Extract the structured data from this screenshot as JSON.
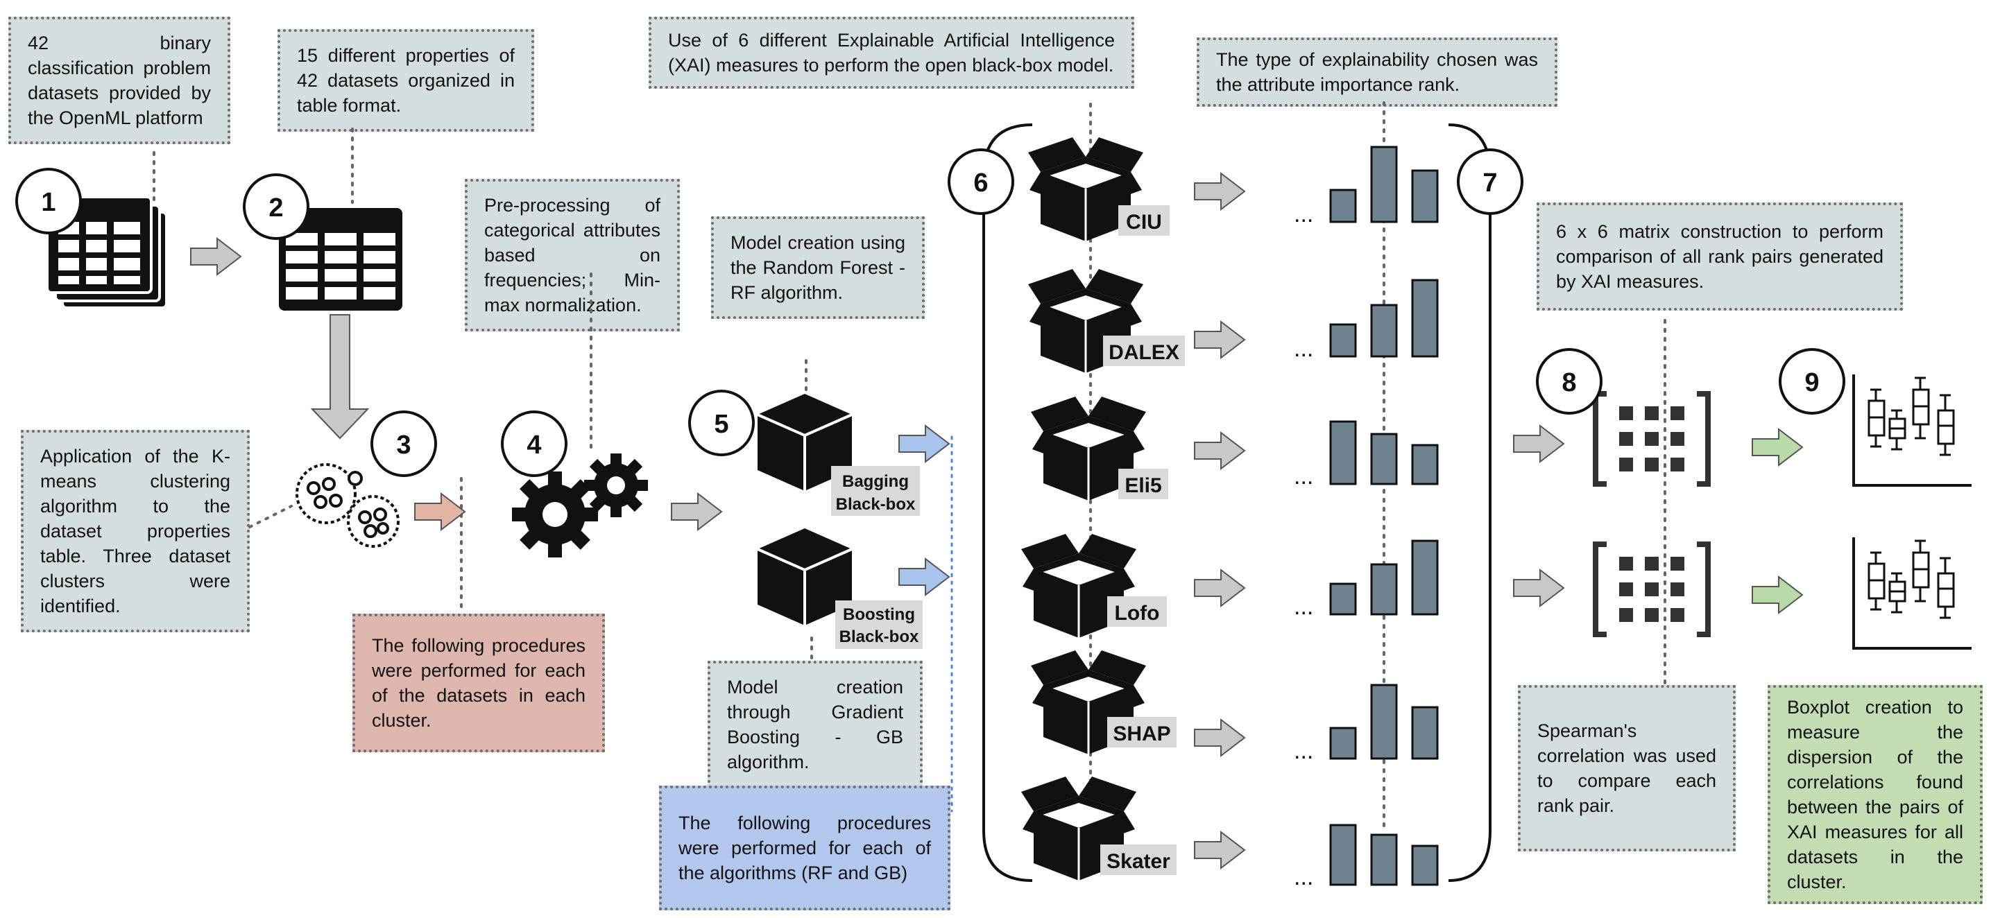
{
  "notes": {
    "n1": "42 binary classification problem datasets provided by the OpenML platform",
    "n2": "15 different properties of 42 datasets organized in table format.",
    "n3": "Application of the K-means clustering algorithm to the dataset properties table. Three dataset clusters were identified.",
    "n4": "Pre-processing of categorical attributes based on frequencies; Min-max normalization.",
    "n5": "The following procedures were performed for each of the datasets in each cluster.",
    "n6": "Model creation using the Random Forest - RF algorithm.",
    "n7": "Model creation through Gradient Boosting - GB algorithm.",
    "n8": "The following procedures were performed for each of the algorithms (RF and GB)",
    "n9": "Use of 6 different Explainable Artificial Intelligence (XAI) measures to perform the open black-box model.",
    "n10": "The type of explainability chosen was the attribute importance rank.",
    "n11": "6 x 6 matrix construction to perform comparison of all rank pairs generated by XAI measures.",
    "n12": "Spearman's correlation was used to compare each rank pair.",
    "n13": "Boxplot creation to measure the dispersion of the correlations found between the pairs of XAI measures for all datasets in the cluster."
  },
  "steps": [
    "1",
    "2",
    "3",
    "4",
    "5",
    "6",
    "7",
    "8",
    "9"
  ],
  "models": {
    "bagging": [
      "Bagging",
      "Black-box"
    ],
    "boosting": [
      "Boosting",
      "Black-box"
    ]
  },
  "xai": [
    "CIU",
    "DALEX",
    "Eli5",
    "Lofo",
    "SHAP",
    "Skater"
  ],
  "ellipsis": "...",
  "colors": {
    "grey_note": "#d4dde0",
    "red_note": "#deb6ad",
    "blue_note": "#b3c7ee",
    "green_note": "#c3dcb4",
    "bar": "#6f8290",
    "grey_arrow": "#c8c8c8",
    "red_arrow": "#e3b3a6",
    "blue_arrow": "#a9c3ef",
    "green_arrow": "#b8d9a8"
  }
}
